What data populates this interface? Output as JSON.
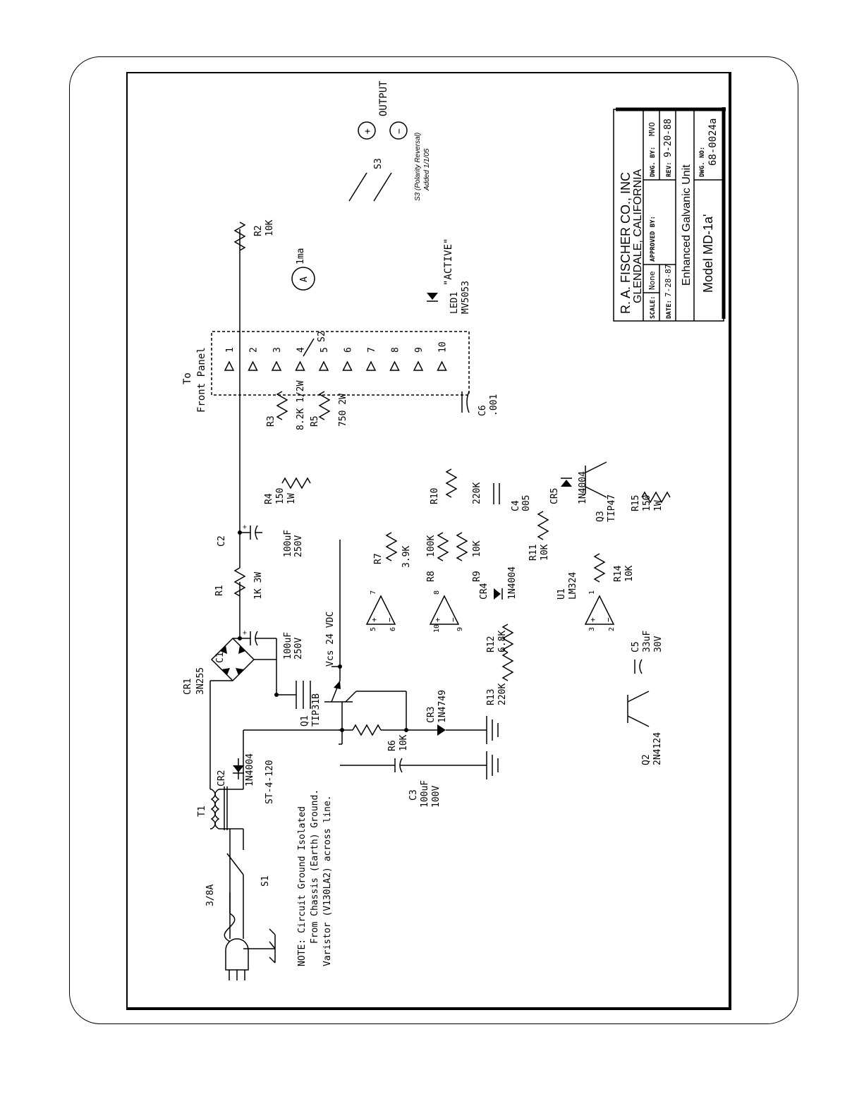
{
  "title_block": {
    "company": "R. A. FISCHER CO., INC",
    "location": "GLENDALE, CALIFORNIA",
    "scale_label": "SCALE:",
    "scale_value": "None",
    "date_label": "DATE:",
    "date_value": "7-28-87",
    "approved_label": "APPROVED BY:",
    "dwg_by_label": "DWG. BY:",
    "dwg_by_value": "MVO",
    "rev_label": "REV:",
    "rev_value": "9-20-88",
    "product": "Enhanced Galvanic Unit",
    "model": "Model MD-1a'",
    "dwg_no_label": "DWG. NO:",
    "dwg_no_value": "68-0024a"
  },
  "note": {
    "line1": "NOTE: Circuit Ground Isolated",
    "line2": "From Chassis (Earth) Ground.",
    "line3": "Varistor (V130LA2) across line."
  },
  "connector": {
    "title1": "To",
    "title2": "Front Panel",
    "pins": [
      "1",
      "2",
      "3",
      "4",
      "5",
      "6",
      "7",
      "8",
      "9",
      "10"
    ]
  },
  "output": {
    "label": "OUTPUT",
    "plus": "+",
    "minus": "−",
    "s3": "S3",
    "s3_note1": "S3 (Polarity Reversal)",
    "s3_note2": "Added 1/1/05"
  },
  "components": {
    "fuse": "3/8A",
    "s1": "S1",
    "t1": "T1",
    "t1_part": "ST-4-120",
    "cr2": "CR2",
    "cr2_part": "1N4004",
    "cr1": "CR1",
    "cr1_part": "3N255",
    "c1": "C1",
    "c1_val1": "100uF",
    "c1_val2": "250V",
    "r1": "R1",
    "r1_val": "1K 3W",
    "c2": "C2",
    "c2_val1": "100uF",
    "c2_val2": "250V",
    "q1": "Q1",
    "q1_part": "TIP31B",
    "r6": "R6",
    "r6_val": "10K",
    "cr3": "CR3",
    "cr3_part": "1N4749",
    "c3": "C3",
    "c3_val1": "100uF",
    "c3_val2": "100V",
    "vcs": "Vcs 24 VDC",
    "r7": "R7",
    "r7_val": "3.9K",
    "r8": "R8",
    "r8_val": "100K",
    "r9": "R9",
    "r9_val": "10K",
    "cr4": "CR4",
    "cr4_part": "1N4004",
    "r12": "R12",
    "r12_val": "6.8K",
    "r13": "R13",
    "r13_val": "220K",
    "r10": "R10",
    "r10_val": "220K",
    "c4": "C4",
    "c4_val": "005",
    "r11": "R11",
    "r11_val": "10K",
    "cr5": "CR5",
    "cr5_part": "1N4004",
    "q3": "Q3",
    "q3_part": "TIP47",
    "r15": "R15",
    "r15_val1": "150",
    "r15_val2": "1W",
    "r14": "R14",
    "r14_val": "10K",
    "u1": "U1",
    "u1_part": "LM324",
    "c5": "C5",
    "c5_val1": "33uF",
    "c5_val2": "30V",
    "q2": "Q2",
    "q2_part": "2N4124",
    "r3": "R3",
    "r3_val": "8.2K 1/2W",
    "r5": "R5",
    "r5_val": "750 2W",
    "r4": "R4",
    "r4_val1": "150",
    "r4_val2": "1W",
    "c6": "C6",
    "c6_val": ".001",
    "r2": "R2",
    "r2_val": "10K",
    "meter": "A",
    "meter_val": "1ma",
    "s2": "S2",
    "led": "LED1",
    "led_part": "MV5053",
    "led_label": "\"ACTIVE\""
  },
  "opamp_pins": {
    "a_pos": "5",
    "a_neg": "6",
    "a_out": "7",
    "b_pos": "10",
    "b_neg": "9",
    "b_out": "8",
    "c_pos": "3",
    "c_neg": "2",
    "c_out": "1"
  }
}
